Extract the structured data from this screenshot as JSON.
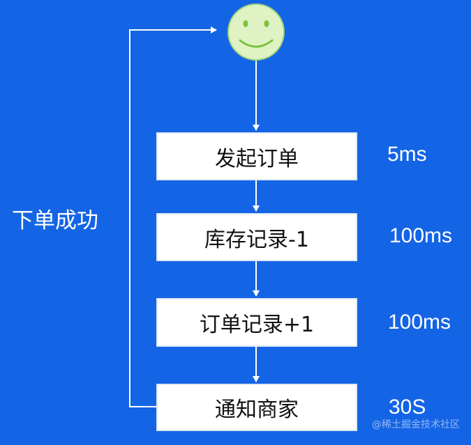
{
  "steps": [
    {
      "label": "发起订单",
      "time": "5ms"
    },
    {
      "label": "库存记录-1",
      "time": "100ms"
    },
    {
      "label": "订单记录+1",
      "time": "100ms"
    },
    {
      "label": "通知商家",
      "time": "30S"
    }
  ],
  "loop_label": "下单成功",
  "user_icon": "smiley-face-icon",
  "watermark": "@稀土掘金技术社区",
  "colors": {
    "background": "#1464e6",
    "box": "#ffffff",
    "connector": "#ffffff",
    "smiley_fill": "#dff2c4",
    "smiley_features": "#7cc23e"
  }
}
